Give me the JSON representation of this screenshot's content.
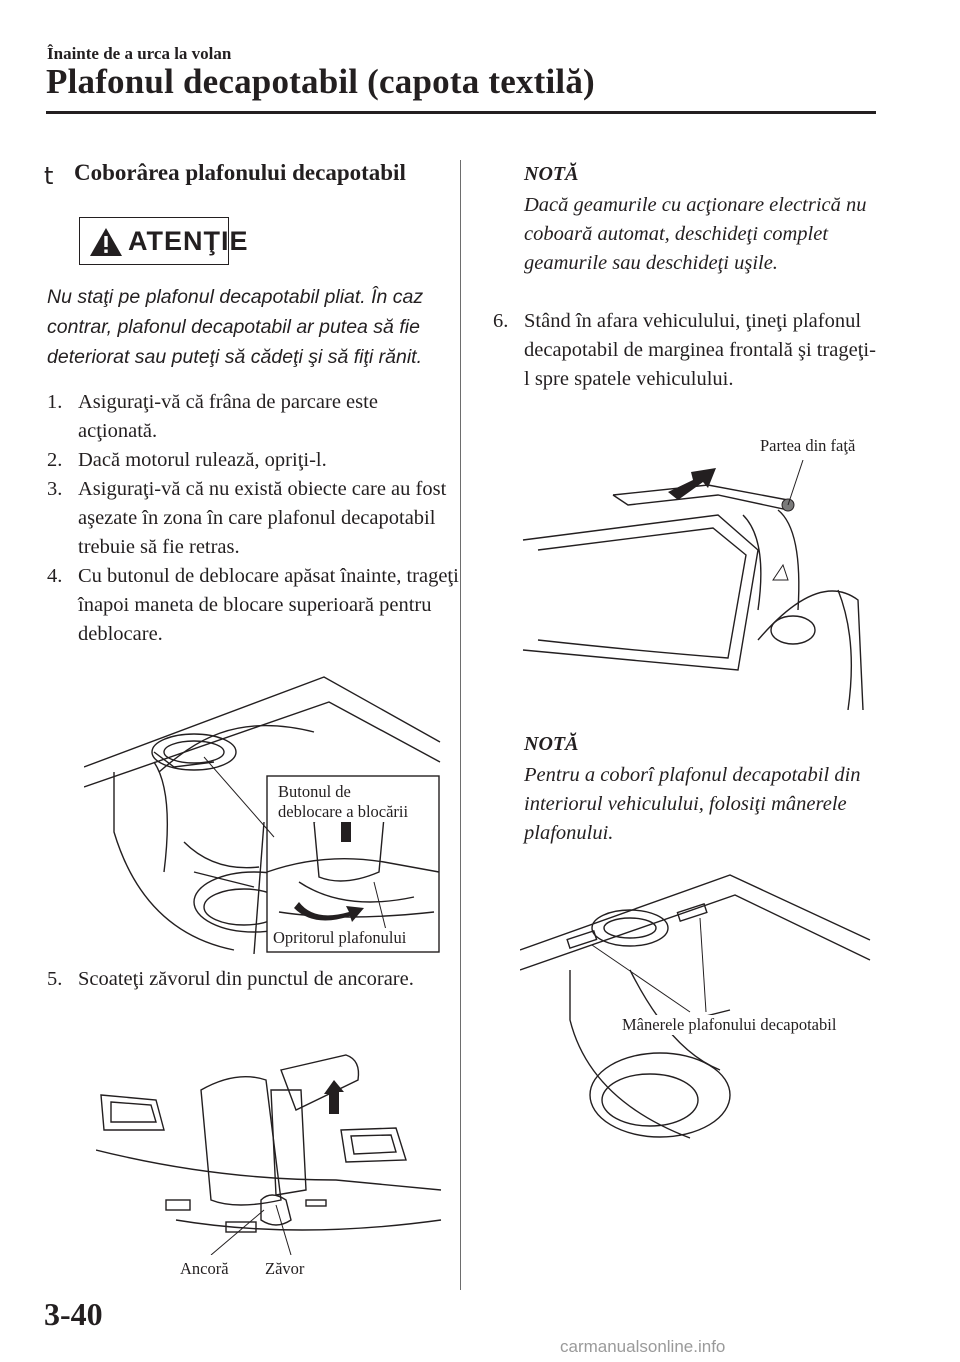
{
  "header": {
    "section_small": "Înainte de a urca la volan",
    "title": "Plafonul decapotabil (capota textilă)"
  },
  "section": {
    "marker": "t",
    "title": "Coborârea plafonului decapotabil"
  },
  "warning": {
    "label": "ATENŢIE",
    "text": "Nu staţi pe plafonul decapotabil pliat. În caz contrar, plafonul decapotabil ar putea să fie deteriorat sau puteţi să cădeţi şi să fiţi rănit."
  },
  "steps": [
    {
      "num": "1.",
      "text": "Asiguraţi-vă că frâna de parcare este acţionată."
    },
    {
      "num": "2.",
      "text": "Dacă motorul rulează, opriţi-l."
    },
    {
      "num": "3.",
      "text": "Asiguraţi-vă că nu există obiecte care au fost aşezate în zona în care plafonul decapotabil trebuie să fie retras."
    },
    {
      "num": "4.",
      "text": "Cu butonul de deblocare apăsat înainte, trageţi înapoi maneta de blocare superioară pentru deblocare."
    },
    {
      "num": "5.",
      "text": "Scoateţi zăvorul din punctul de ancorare."
    },
    {
      "num": "6.",
      "text": "Stând în afara vehiculului, ţineţi plafonul decapotabil de marginea frontală şi trageţi-l spre spatele vehiculului."
    }
  ],
  "figures": {
    "fig1": {
      "label_button_line1": "Butonul de",
      "label_button_line2": "deblocare a blocării",
      "label_stop": "Opritorul plafonului"
    },
    "fig2": {
      "label_anchor": "Ancoră",
      "label_latch": "Zăvor"
    },
    "fig3": {
      "label_front": "Partea din faţă"
    },
    "fig4": {
      "label_handles": "Mânerele plafonului decapotabil"
    }
  },
  "notes": [
    {
      "title": "NOTĂ",
      "text": "Dacă geamurile cu acţionare electrică nu coboară automat, deschideţi complet geamurile sau deschideţi uşile."
    },
    {
      "title": "NOTĂ",
      "text": "Pentru a coborî plafonul decapotabil din interiorul vehiculului, folosiţi mânerele plafonului."
    }
  ],
  "page_number": "3-40",
  "footer": "carmanualsonline.info"
}
